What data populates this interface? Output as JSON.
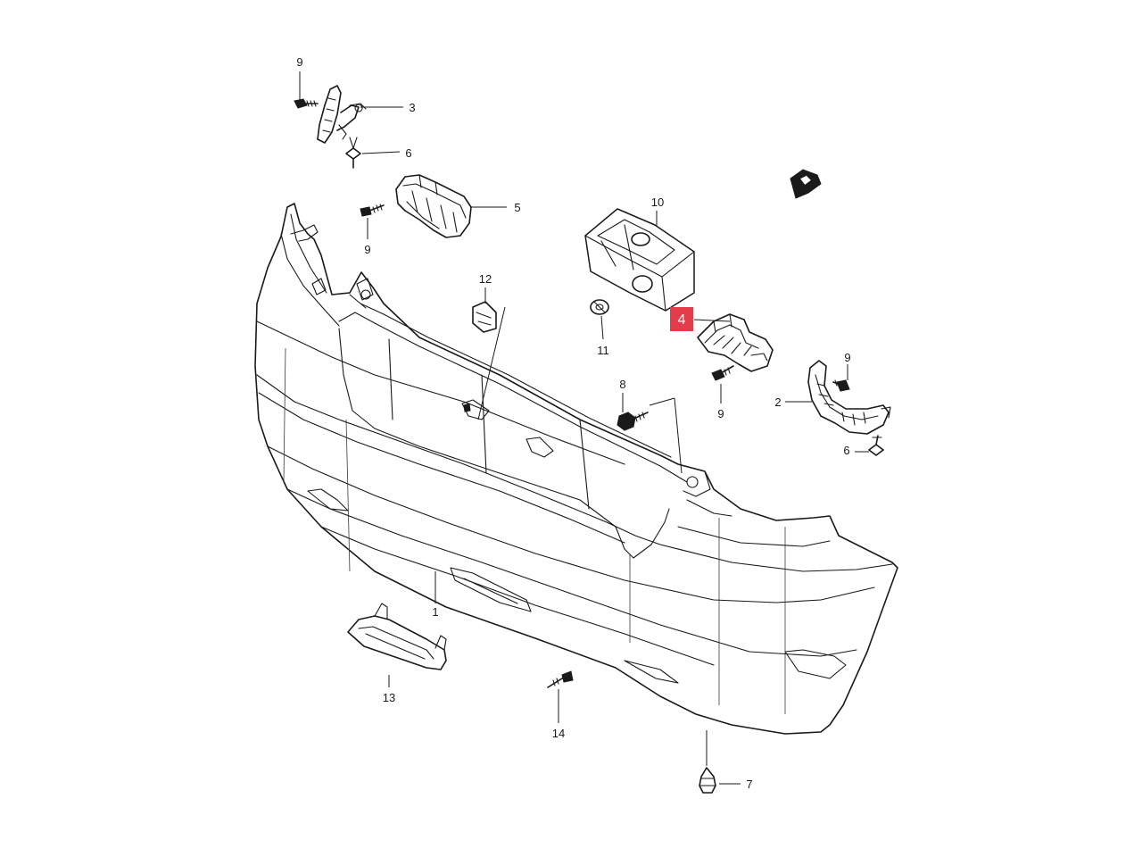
{
  "callouts": {
    "c1": "1",
    "c2": "2",
    "c3": "3",
    "c4": "4",
    "c5": "5",
    "c6a": "6",
    "c6b": "6",
    "c7": "7",
    "c8": "8",
    "c9a": "9",
    "c9b": "9",
    "c9c": "9",
    "c9d": "9",
    "c10": "10",
    "c11": "11",
    "c12": "12",
    "c13": "13",
    "c14": "14"
  },
  "highlight": {
    "part_number": "4",
    "color": "#e23c4a"
  },
  "colors": {
    "line": "#1a1a1a",
    "background": "#ffffff"
  }
}
